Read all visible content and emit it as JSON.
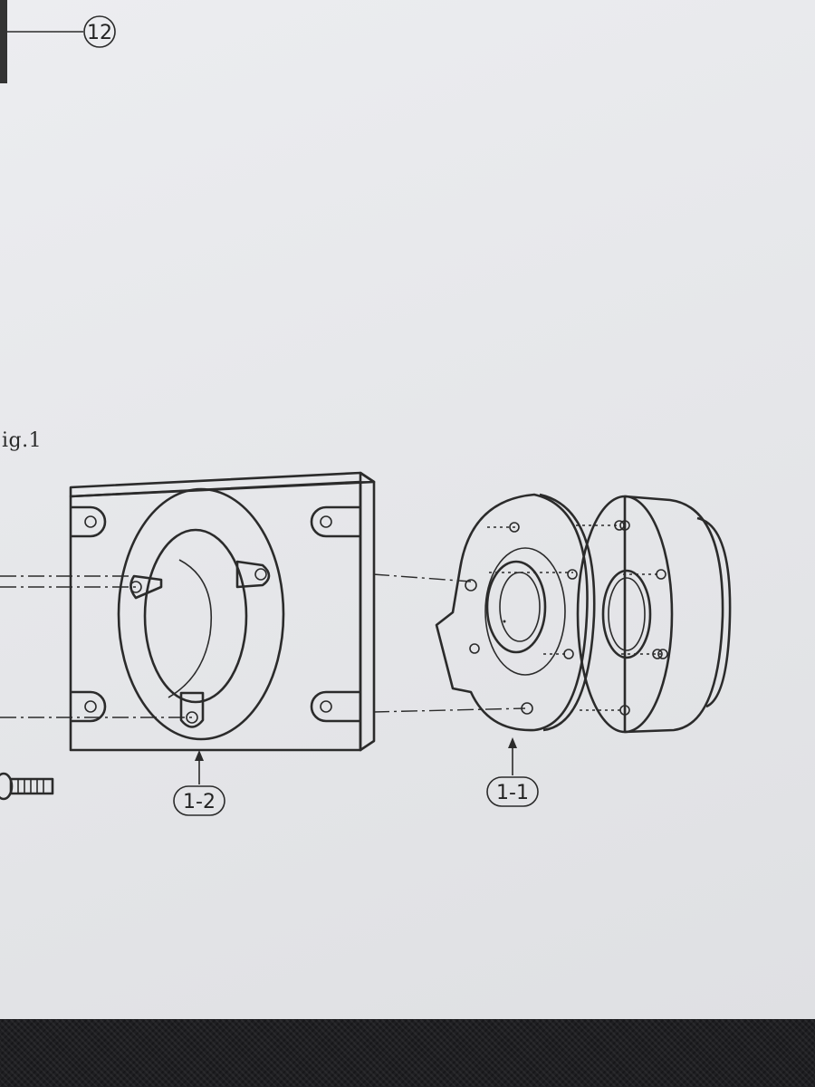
{
  "figure": {
    "label": "ig.1"
  },
  "callouts": {
    "top": "12",
    "left_part": "1-2",
    "right_part": "1-1"
  }
}
